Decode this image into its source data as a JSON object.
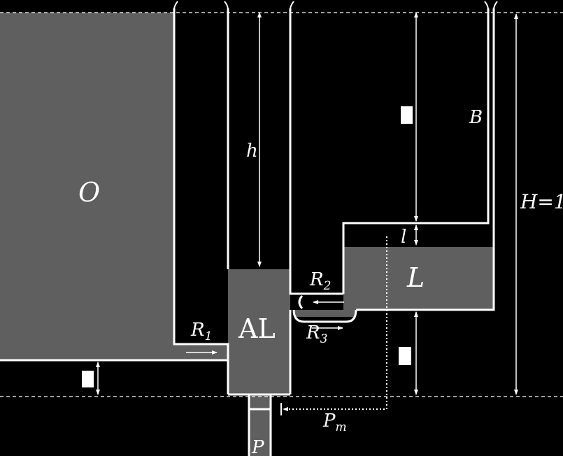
{
  "colors": {
    "background": "#000000",
    "fluid": "#5f5f5f",
    "line": "#ffffff"
  },
  "labels": {
    "O": "O",
    "h": "h",
    "B": "B",
    "H": "H=1",
    "l": "l",
    "L": "L",
    "R1": "R",
    "R1_sub": "1",
    "R2": "R",
    "R2_sub": "2",
    "R3": "R",
    "R3_sub": "3",
    "AL": "AL",
    "Pm": "P",
    "Pm_sub": "m",
    "P": "P"
  }
}
